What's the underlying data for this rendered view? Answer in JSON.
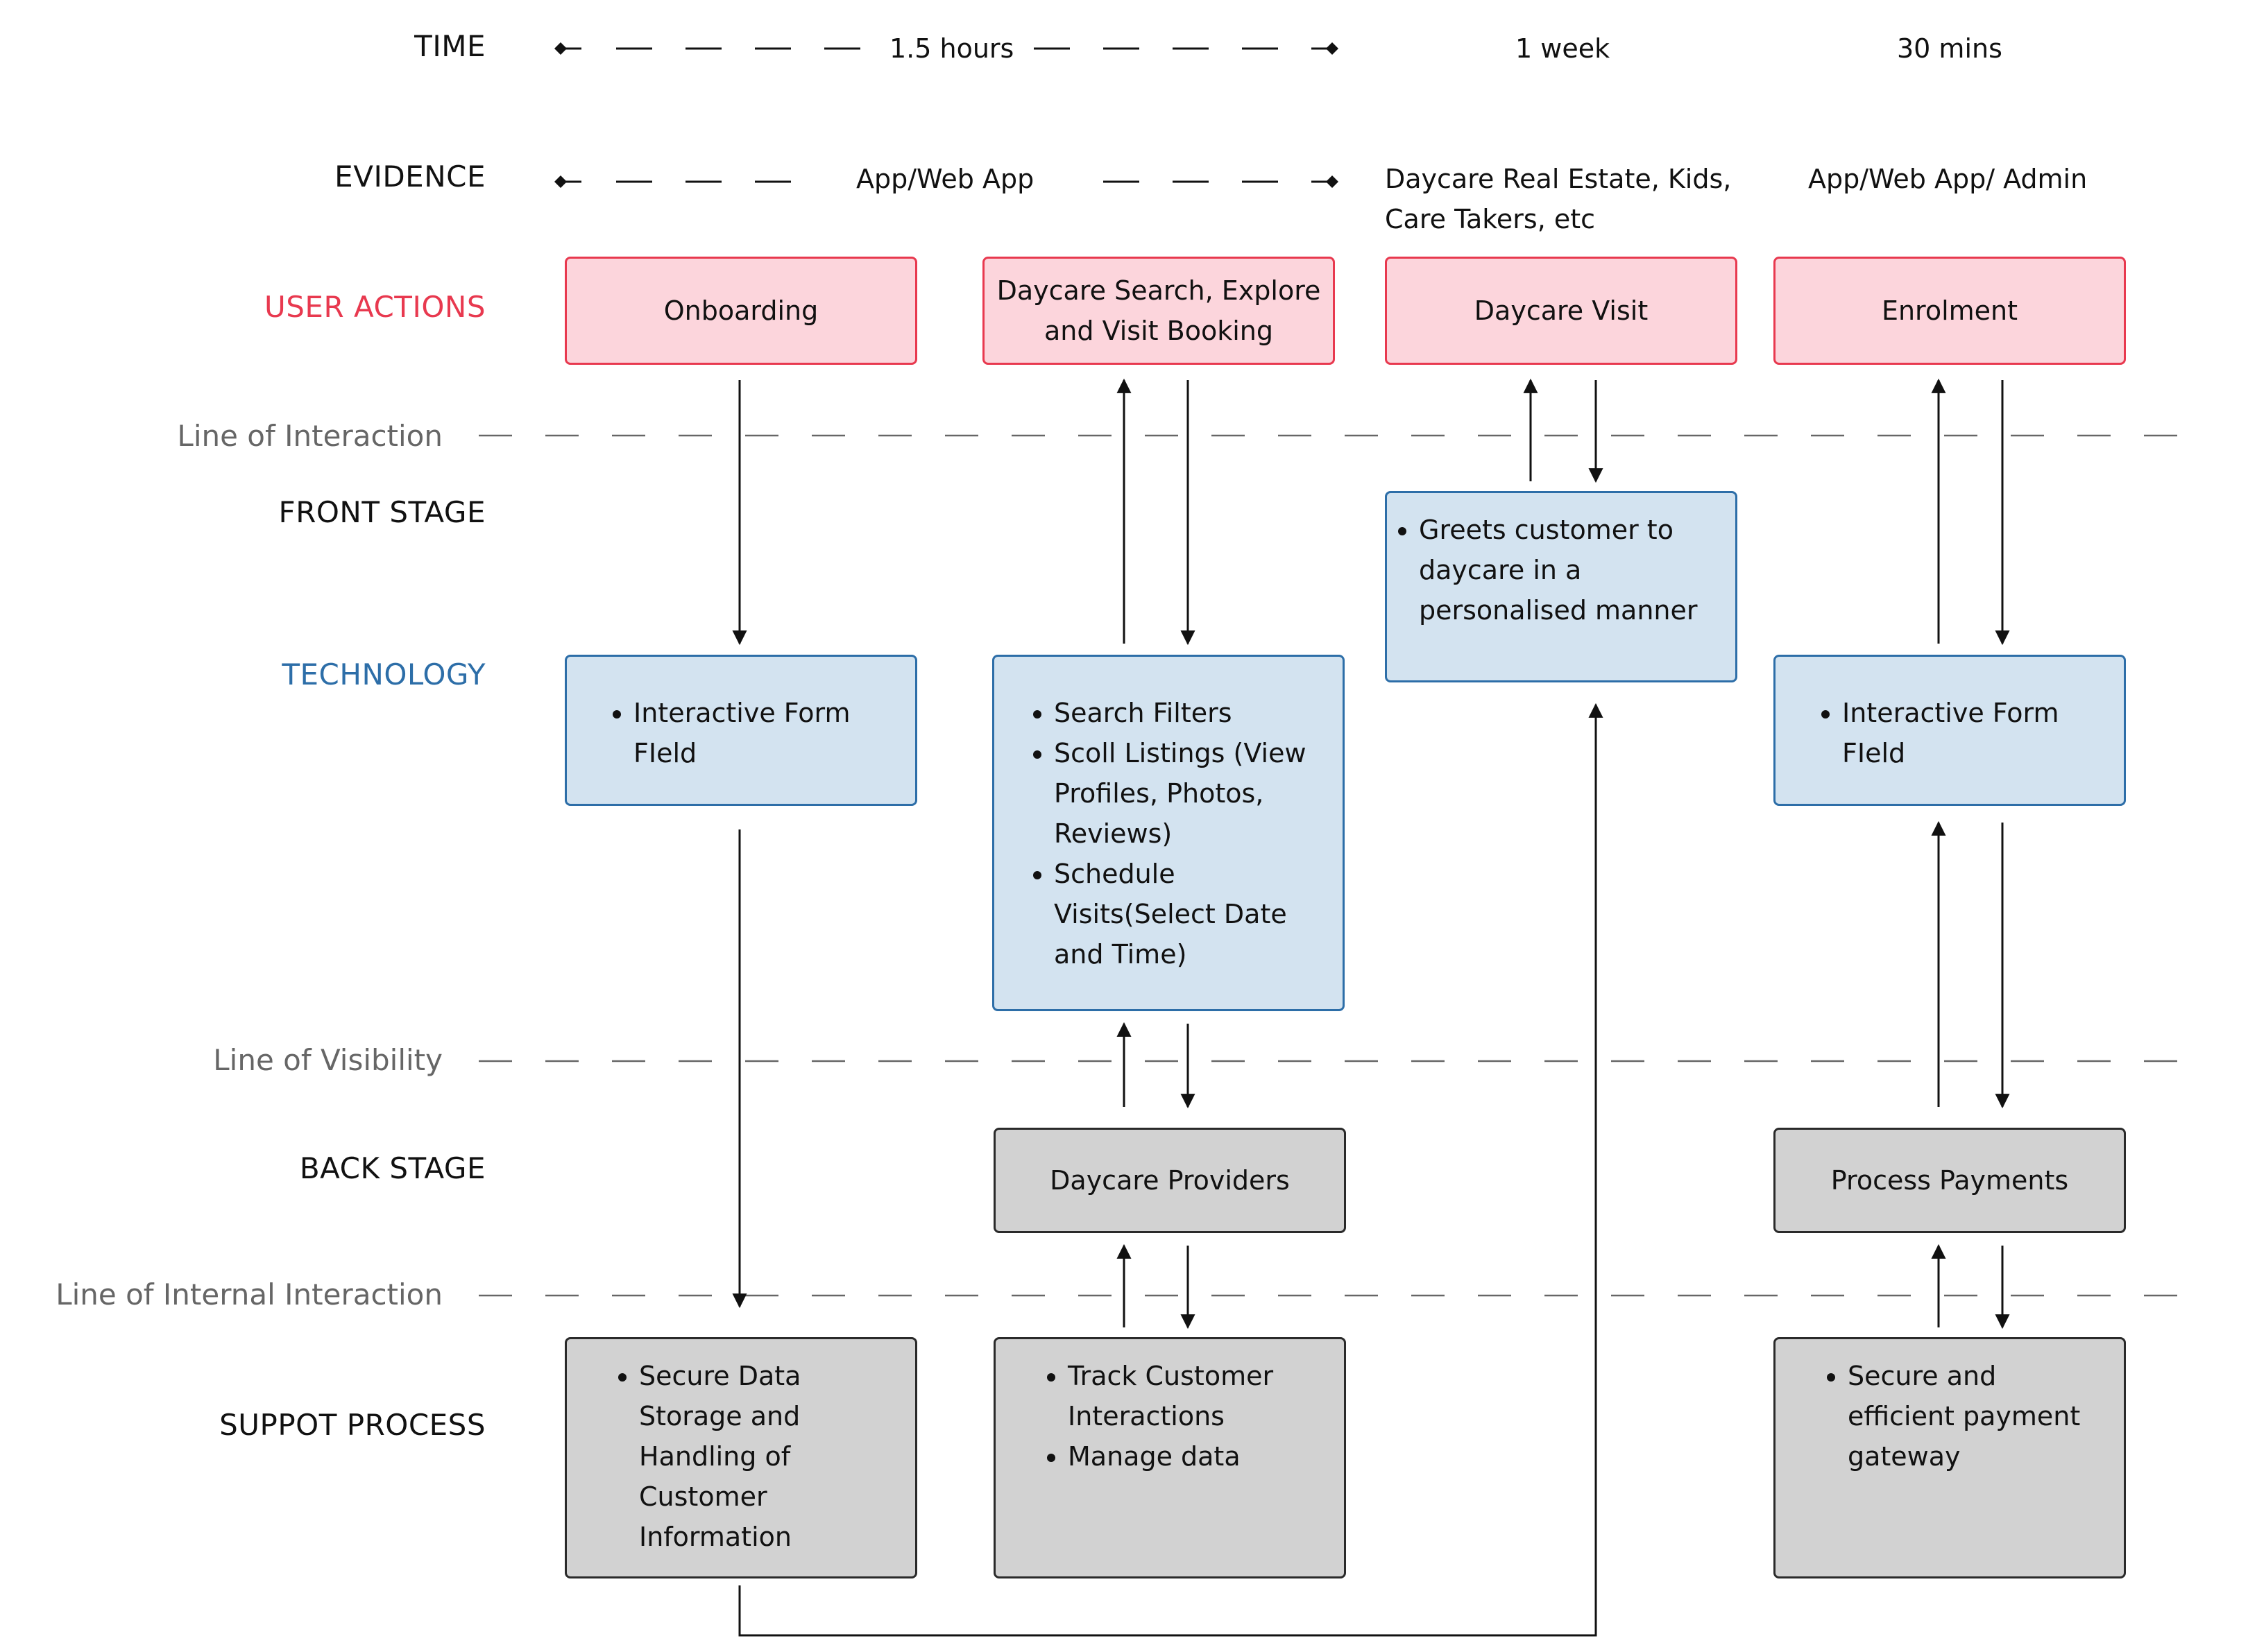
{
  "rows": {
    "time": "TIME",
    "evidence": "EVIDENCE",
    "user_actions": "USER ACTIONS",
    "line_of_interaction": "Line of Interaction",
    "front_stage": "FRONT STAGE",
    "technology": "TECHNOLOGY",
    "line_of_visibility": "Line of Visibility",
    "back_stage": "BACK STAGE",
    "line_of_internal_interaction": "Line of Internal Interaction",
    "support_process": "SUPPOT PROCESS"
  },
  "time": {
    "stage1": "1.5 hours",
    "stage2": "1 week",
    "stage3": "30 mins"
  },
  "evidence": {
    "stage1": "App/Web App",
    "stage2_line1": "Daycare Real Estate, Kids,",
    "stage2_line2": "Care Takers, etc",
    "stage3": "App/Web App/ Admin"
  },
  "user_actions": {
    "onboarding": "Onboarding",
    "search_line1": "Daycare Search, Explore",
    "search_line2": "and Visit Booking",
    "visit": "Daycare Visit",
    "enrolment": "Enrolment"
  },
  "front_stage": {
    "visit_item": "Greets customer to daycare in a personalised manner"
  },
  "technology": {
    "onboarding_item": "Interactive Form FIeld",
    "search_items": [
      "Search Filters",
      "Scoll Listings (View Profiles, Photos, Reviews)",
      "Schedule Visits(Select Date and Time)"
    ],
    "enrolment_item": "Interactive Form FIeld"
  },
  "back_stage": {
    "providers": "Daycare Providers",
    "payments": "Process Payments"
  },
  "support": {
    "onboarding_item": "Secure Data Storage and Handling of Customer Information",
    "search_items": [
      "Track Customer Interactions",
      "Manage data"
    ],
    "enrolment_item": "Secure and efficient payment gateway"
  },
  "colors": {
    "user_actions_label": "#e8394f",
    "technology_label": "#2d6ea8",
    "pink_fill": "#fcd5dc",
    "blue_fill": "#d3e3f0",
    "gray_fill": "#d2d2d2"
  }
}
